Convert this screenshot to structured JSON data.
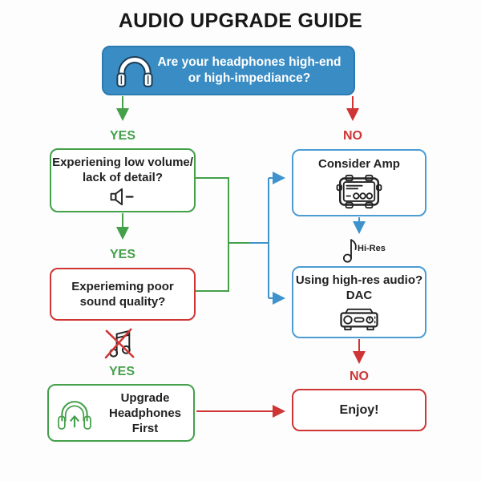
{
  "title": "AUDIO UPGRADE GUIDE",
  "colors": {
    "green": "#44a04a",
    "red": "#cf3535",
    "blue-line": "#3e93cc",
    "blue-fill": "#3a8cc4",
    "blue-box-border": "#2c7ab2",
    "blue-outline": "#4c9cd3",
    "ink": "#222222",
    "navy": "#1c3c55",
    "bg": "#fdfdfd"
  },
  "nodes": {
    "start": {
      "line1": "Are your headphones high-end",
      "line2": "or high-impediance?"
    },
    "low_volume": {
      "line1": "Experiening low volume/",
      "line2": "lack of detail?"
    },
    "consider_amp": {
      "label": "Consider Amp"
    },
    "poor_quality": {
      "line1": "Experieming poor",
      "line2": "sound quality?"
    },
    "dac": {
      "line1": "Using high-res audio?",
      "line2": "DAC"
    },
    "upgrade": {
      "line1": "Upgrade",
      "line2": "Headphones",
      "line3": "First"
    },
    "enjoy": {
      "label": "Enjoy!"
    }
  },
  "labels": {
    "start_yes": "YES",
    "start_no": "NO",
    "low_volume_yes": "YES",
    "poor_quality_yes": "YES",
    "dac_no": "NO",
    "hires": "Hi-Res"
  },
  "icons": {
    "start": "headphones-icon",
    "low_volume": "speaker-low-volume-icon",
    "consider_amp": "amplifier-icon",
    "poor_quality_result": "crossed-music-note-icon",
    "hires": "music-note-icon",
    "dac": "dac-device-icon",
    "upgrade": "headphones-upgrade-icon"
  }
}
